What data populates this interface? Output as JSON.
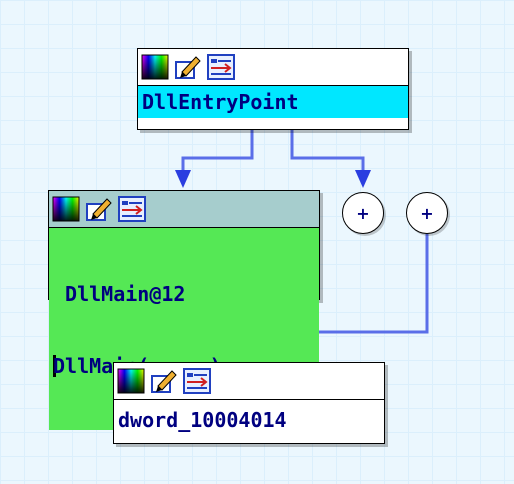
{
  "graph": {
    "edge_color": "#5a6ee8",
    "nodes": [
      {
        "id": "entry",
        "lines": [
          "DllEntryPoint"
        ],
        "highlight": "#00e7ff"
      },
      {
        "id": "dllmain",
        "lines": [
          " DllMain@12",
          "DllMain(x,x,x)"
        ],
        "highlight": "#55e855"
      },
      {
        "id": "dword",
        "lines": [
          "dword_10004014"
        ],
        "highlight": "#ffffff"
      }
    ],
    "collapsed": [
      {
        "id": "collapsed-1",
        "symbol": "+"
      },
      {
        "id": "collapsed-2",
        "symbol": "+"
      }
    ],
    "toolbar": {
      "icons": [
        "color-palette-icon",
        "rename-icon",
        "xrefs-icon"
      ]
    }
  }
}
